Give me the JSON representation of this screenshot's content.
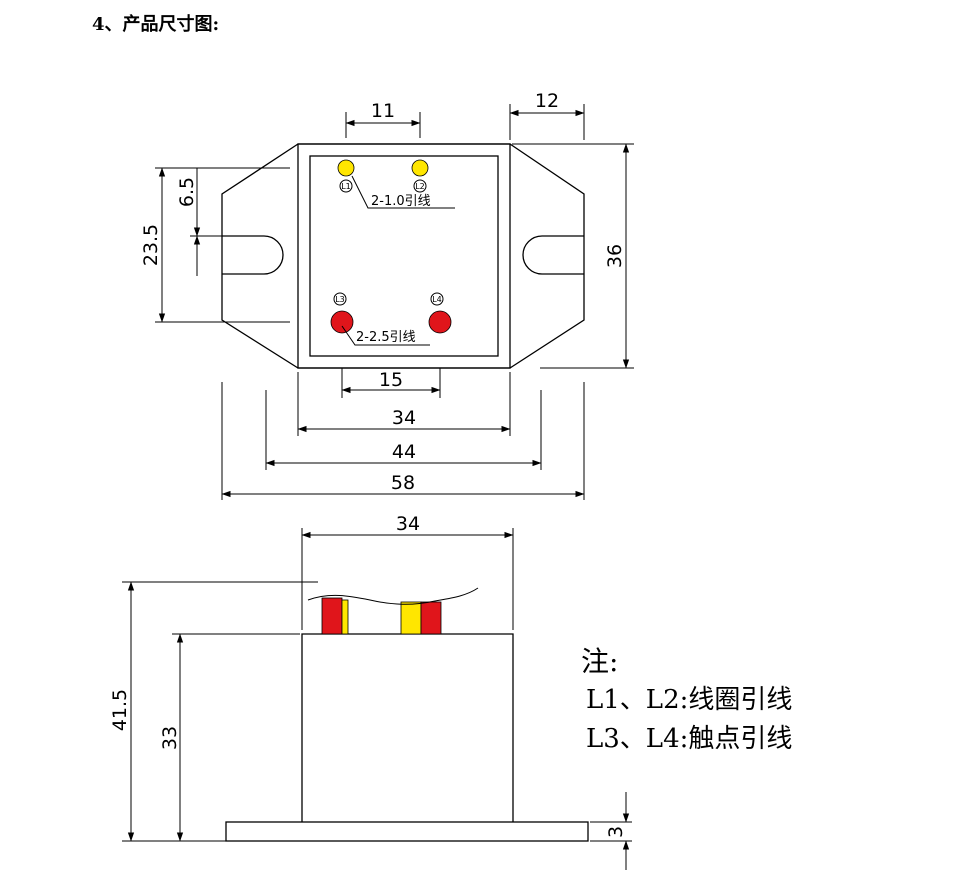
{
  "title": "4、产品尺寸图:",
  "top_view": {
    "dim_terminal_spacing_top": "11",
    "dim_flange_width": "12",
    "dim_slot_offset": "6.5",
    "dim_slot_pitch": "23.5",
    "dim_height": "36",
    "dim_terminal_spacing_bottom": "15",
    "dim_body_width": "34",
    "dim_slot_span": "44",
    "dim_overall_width": "58",
    "terminals": [
      "L1",
      "L2",
      "L3",
      "L4"
    ],
    "wire_label_coil": "2-1.0引线",
    "wire_label_contact": "2-2.5引线",
    "colors": {
      "coil_terminal": "#FFE600",
      "contact_terminal": "#E0151B"
    }
  },
  "side_view": {
    "dim_width": "34",
    "dim_total_height": "41.5",
    "dim_body_height": "33",
    "dim_base_thickness": "3"
  },
  "notes": {
    "heading": "注:",
    "line1": "L1、L2:线圈引线",
    "line2": "L3、L4:触点引线"
  }
}
